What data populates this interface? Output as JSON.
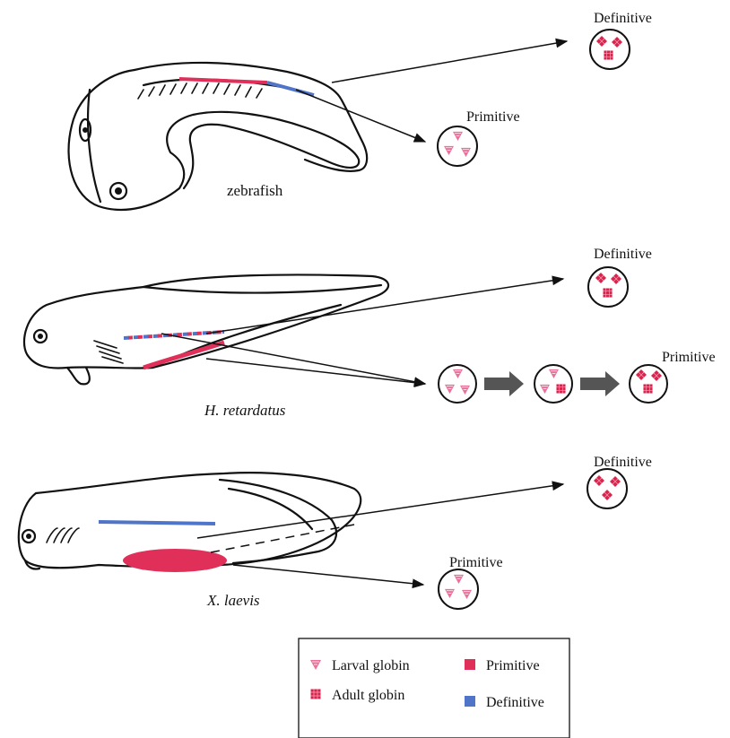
{
  "colors": {
    "larval_globin": "#e8709a",
    "adult_globin": "#d9244e",
    "primitive": "#e0305a",
    "definitive": "#4f74c8",
    "big_arrow": "#555555"
  },
  "icons": [
    "larval-globin-triangle",
    "adult-globin-square",
    "diamond-globin"
  ],
  "panels": {
    "zebrafish": {
      "species": "zebrafish",
      "definitive_label": "Definitive",
      "primitive_label": "Primitive"
    },
    "hretardatus": {
      "species": "H. retardatus",
      "definitive_label": "Definitive",
      "primitive_label": "Primitive"
    },
    "xlaevis": {
      "species": "X. laevis",
      "definitive_label": "Definitive",
      "primitive_label": "Primitive"
    }
  },
  "legend": {
    "larval_globin": "Larval globin",
    "adult_globin": "Adult globin",
    "primitive": "Primitive",
    "definitive": "Definitive"
  }
}
